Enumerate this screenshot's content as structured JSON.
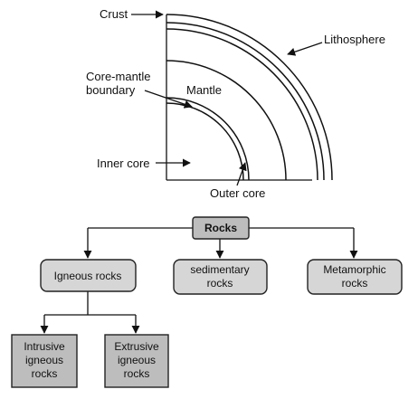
{
  "earth_diagram": {
    "labels": {
      "crust": "Crust",
      "lithosphere": "Lithosphere",
      "core_mantle_boundary_line1": "Core-mantle",
      "core_mantle_boundary_line2": "boundary",
      "mantle": "Mantle",
      "inner_core": "Inner core",
      "outer_core": "Outer core"
    }
  },
  "rock_tree": {
    "root": "Rocks",
    "igneous": "Igneous rocks",
    "sedimentary_line1": "sedimentary",
    "sedimentary_line2": "rocks",
    "metamorphic_line1": "Metamorphic",
    "metamorphic_line2": "rocks",
    "intrusive_line1": "Intrusive",
    "intrusive_line2": "igneous",
    "intrusive_line3": "rocks",
    "extrusive_line1": "Extrusive",
    "extrusive_line2": "igneous",
    "extrusive_line3": "rocks"
  }
}
